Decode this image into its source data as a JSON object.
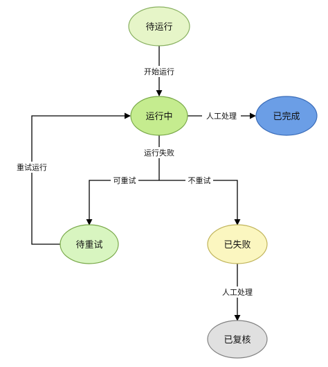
{
  "nodes": {
    "pending_run": {
      "label": "待运行",
      "fill": "#e6f5c8",
      "stroke": "#88b060"
    },
    "running": {
      "label": "运行中",
      "fill": "#c5ec8f",
      "stroke": "#78a848"
    },
    "completed": {
      "label": "已完成",
      "fill": "#6b9ee6",
      "stroke": "#3a6cb8"
    },
    "pending_retry": {
      "label": "待重试",
      "fill": "#d8f5c0",
      "stroke": "#78a848"
    },
    "failed": {
      "label": "已失败",
      "fill": "#fbf6c0",
      "stroke": "#c0b45a"
    },
    "reviewed": {
      "label": "已复核",
      "fill": "#e0e0e0",
      "stroke": "#808080"
    }
  },
  "edges": {
    "start_run": "开始运行",
    "manual_process_complete": "人工处理",
    "run_failed": "运行失败",
    "can_retry": "可重试",
    "no_retry": "不重试",
    "retry_run": "重试运行",
    "manual_process_review": "人工处理"
  }
}
